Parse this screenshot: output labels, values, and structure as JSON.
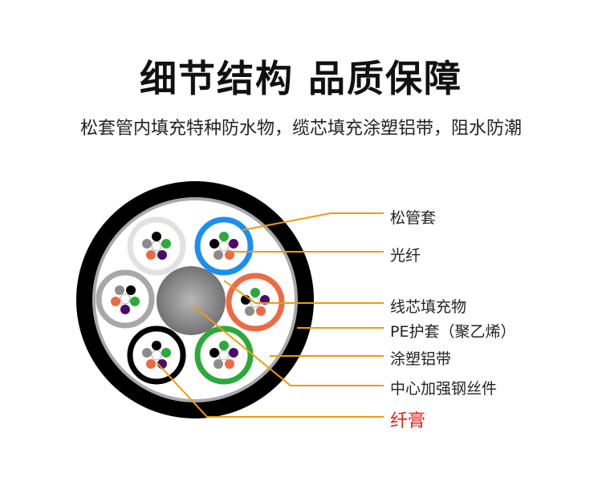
{
  "header": {
    "title": "细节结构  品质保障",
    "subtitle": "松套管内填充特种防水物，缆芯填充涂塑铝带，阻水防潮"
  },
  "colors": {
    "leader_line": "#f29a0e",
    "outer_sheath": "#000000",
    "aluminum_tape": "#a8a8a8",
    "fill": "#ffffff",
    "tube_blue": "#1a8ff0",
    "tube_orange": "#ee6a44",
    "tube_green": "#2aaa3a",
    "tube_black": "#000000",
    "tube_gray": "#a8a8a8",
    "tube_white": "#e2e2e2",
    "fiber_black": "#000000",
    "fiber_green": "#2aaa3a",
    "fiber_purple": "#4b0a6e",
    "fiber_orange": "#ee6a44",
    "fiber_gray": "#8c8c8c",
    "highlight_label": "#ee1c1c"
  },
  "labels": [
    {
      "id": "loose-tube",
      "text": "松管套"
    },
    {
      "id": "optical-fiber",
      "text": "光纤"
    },
    {
      "id": "core-filler",
      "text": "线芯填充物"
    },
    {
      "id": "pe-sheath",
      "text": "PE护套（聚乙烯）"
    },
    {
      "id": "coated-aluminum-tape",
      "text": "涂塑铝带"
    },
    {
      "id": "central-steel-strength-member",
      "text": "中心加强钢丝件"
    },
    {
      "id": "fiber-gel",
      "text": "纤膏"
    }
  ],
  "cable": {
    "loose_tubes": [
      {
        "position": "top-left",
        "color": "white"
      },
      {
        "position": "top-right",
        "color": "blue"
      },
      {
        "position": "left",
        "color": "gray"
      },
      {
        "position": "right",
        "color": "orange"
      },
      {
        "position": "bottom-left",
        "color": "black"
      },
      {
        "position": "bottom-right",
        "color": "green"
      }
    ],
    "fibers_per_tube": 5
  }
}
